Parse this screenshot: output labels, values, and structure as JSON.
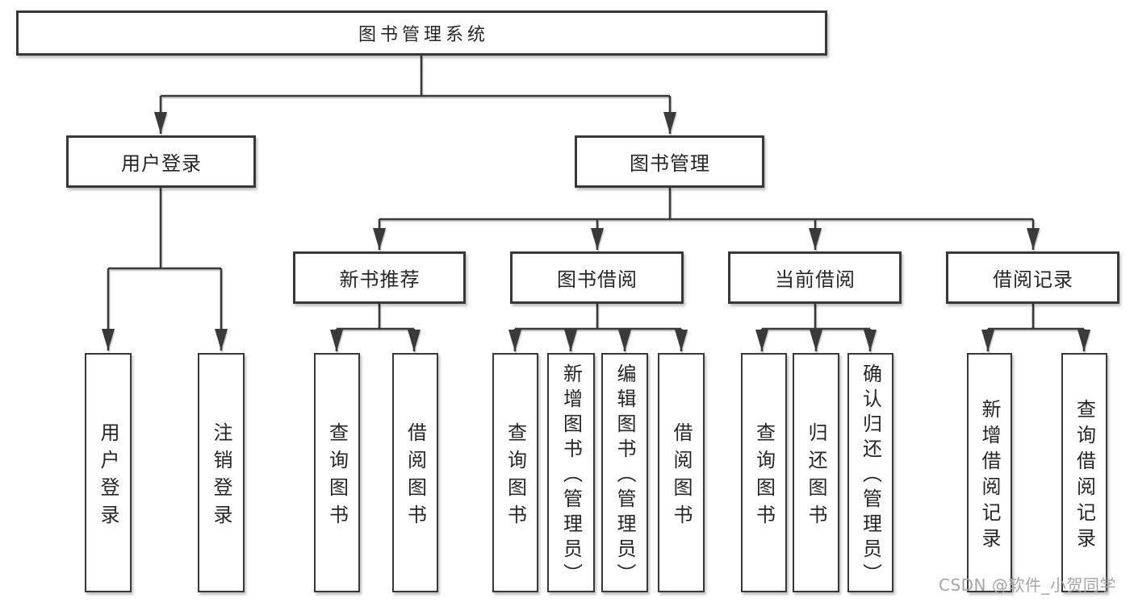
{
  "diagram": {
    "title": "图书管理系统",
    "nodes": {
      "root": {
        "label": "图书管理系统"
      },
      "user_login": {
        "label": "用户登录"
      },
      "book_mgmt": {
        "label": "图书管理"
      },
      "new_book_rec": {
        "label": "新书推荐"
      },
      "book_borrow": {
        "label": "图书借阅"
      },
      "current_borrow": {
        "label": "当前借阅"
      },
      "borrow_record": {
        "label": "借阅记录"
      },
      "leaf_user_login": {
        "label": "用户登录"
      },
      "leaf_logout": {
        "label": "注销登录"
      },
      "leaf_nb_query": {
        "label": "查询图书"
      },
      "leaf_nb_borrow": {
        "label": "借阅图书"
      },
      "leaf_bb_query": {
        "label": "查询图书"
      },
      "leaf_bb_add": {
        "label": "新增图书（管理员）"
      },
      "leaf_bb_edit": {
        "label": "编辑图书（管理员）"
      },
      "leaf_bb_borrow": {
        "label": "借阅图书"
      },
      "leaf_cb_query": {
        "label": "查询图书"
      },
      "leaf_cb_return": {
        "label": "归还图书"
      },
      "leaf_cb_confirm": {
        "label": "确认归还（管理员）"
      },
      "leaf_br_add": {
        "label": "新增借阅记录"
      },
      "leaf_br_query": {
        "label": "查询借阅记录"
      }
    },
    "hierarchy": {
      "图书管理系统": {
        "用户登录": [
          "用户登录",
          "注销登录"
        ],
        "图书管理": {
          "新书推荐": [
            "查询图书",
            "借阅图书"
          ],
          "图书借阅": [
            "查询图书",
            "新增图书（管理员）",
            "编辑图书（管理员）",
            "借阅图书"
          ],
          "当前借阅": [
            "查询图书",
            "归还图书",
            "确认归还（管理员）"
          ],
          "借阅记录": [
            "新增借阅记录",
            "查询借阅记录"
          ]
        }
      }
    }
  },
  "watermark": {
    "text": "CSDN @软件_小贺同学"
  },
  "colors": {
    "line": "#3a3a3a",
    "box_border": "#383838",
    "text": "#262626",
    "background": "#ffffff",
    "watermark": "#a6a6a6"
  }
}
